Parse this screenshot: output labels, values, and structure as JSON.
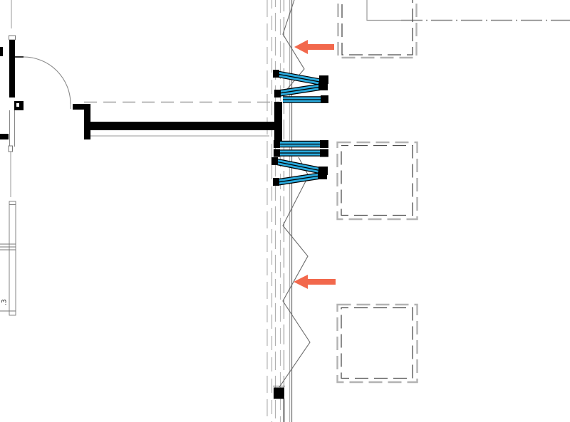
{
  "drawing": {
    "type": "architectural-floor-plan-detail",
    "annotation_text": ".3",
    "colors": {
      "arrow_accent": "#F2684C",
      "glazing_blue": "#29A9DC",
      "wall_black": "#000000",
      "line_grey": "#9A9A9A",
      "dashed_outline_grey": "#B3B3B3",
      "dashed_outline_dark": "#4D4D4D"
    },
    "symbols": {
      "upper_arrow": "left-pointing annotation arrow",
      "lower_arrow": "left-pointing annotation arrow",
      "glazing_panels": "open window / louver panels (cyan with black end caps)",
      "dashed_squares": "overhead element outlines (dashed)",
      "door": "quarter-circle door swing"
    }
  }
}
